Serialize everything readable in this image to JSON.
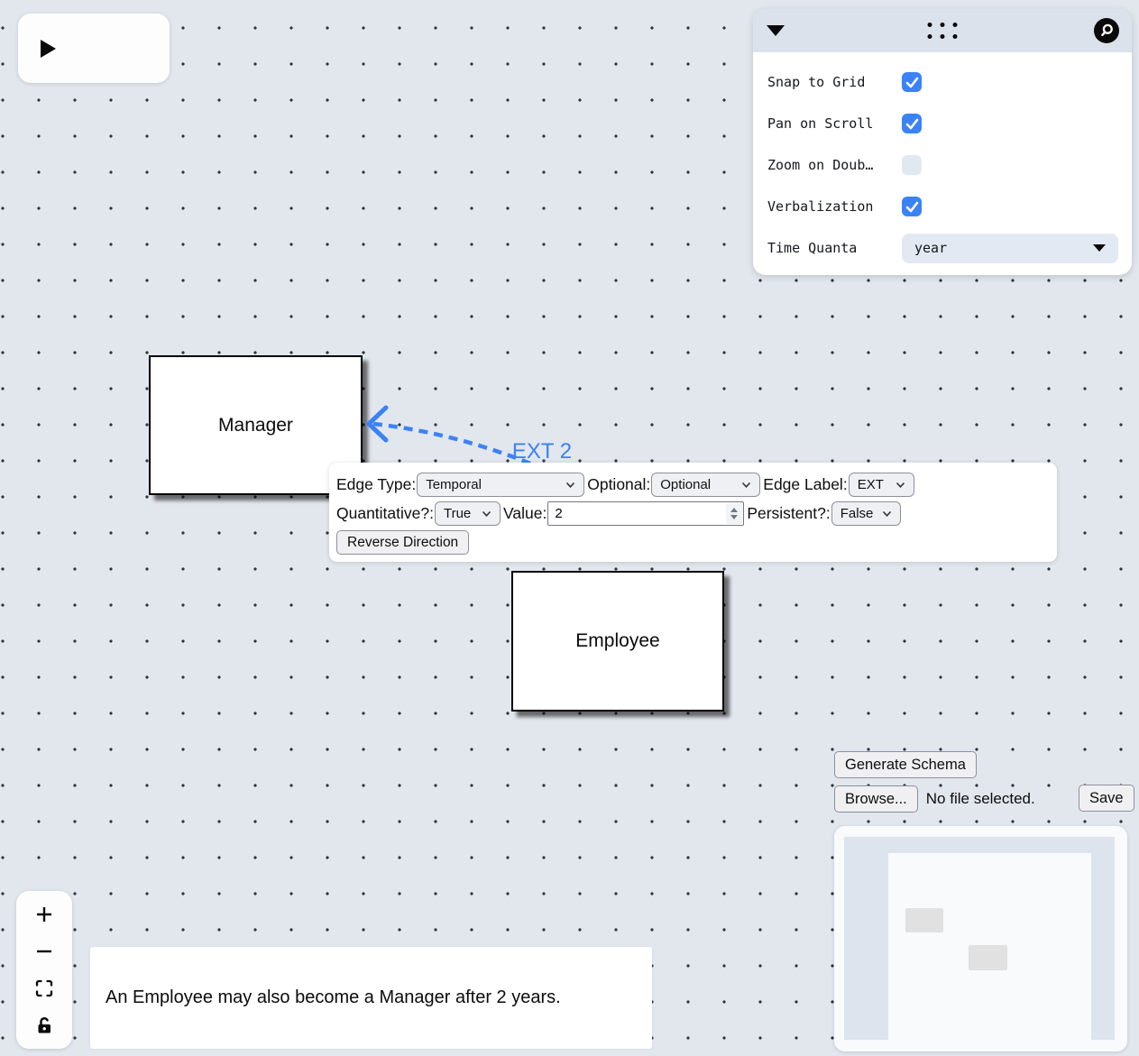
{
  "toolbar": {
    "play_icon_name": "expand-play"
  },
  "settings": {
    "snap_label": "Snap to Grid",
    "snap_checked": true,
    "pan_label": "Pan on Scroll",
    "pan_checked": true,
    "zoom_dbl_label": "Zoom on Doub…",
    "zoom_dbl_checked": false,
    "verbalization_label": "Verbalization",
    "verbalization_checked": true,
    "time_quanta_label": "Time Quanta",
    "time_quanta_value": "year"
  },
  "nodes": {
    "manager_label": "Manager",
    "employee_label": "Employee"
  },
  "edge": {
    "label": "EXT 2",
    "color": "#3b82f6",
    "style": "dashed"
  },
  "edge_panel": {
    "edge_type_label": "Edge Type:",
    "edge_type_value": "Temporal",
    "optional_label": "Optional:",
    "optional_value": "Optional",
    "edge_label_label": "Edge Label:",
    "edge_label_value": "EXT",
    "quantitative_label": "Quantitative?:",
    "quantitative_value": "True",
    "value_label": "Value:",
    "value_value": "2",
    "persistent_label": "Persistent?:",
    "persistent_value": "False",
    "reverse_button_label": "Reverse Direction"
  },
  "actions": {
    "generate_schema_label": "Generate Schema",
    "browse_label": "Browse...",
    "no_file_text": "No file selected.",
    "save_label": "Save"
  },
  "verbalization": {
    "text": "An Employee may also become a Manager after 2 years."
  },
  "colors": {
    "canvas_bg": "#e2e7ee",
    "accent_blue": "#3b82f6",
    "checkbox_unchecked": "#e2e8f2"
  }
}
